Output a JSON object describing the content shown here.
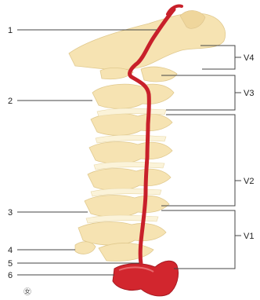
{
  "labels": {
    "n1": "1",
    "n2": "2",
    "n3": "3",
    "n4": "4",
    "n5": "5",
    "n6": "6",
    "v4": "V4",
    "v3": "V3",
    "v2": "V2",
    "v1": "V1",
    "corner_mark": "㊛"
  },
  "colors": {
    "bone": "#f6e3b2",
    "artery": "#c8202a",
    "lines": "#444444"
  }
}
